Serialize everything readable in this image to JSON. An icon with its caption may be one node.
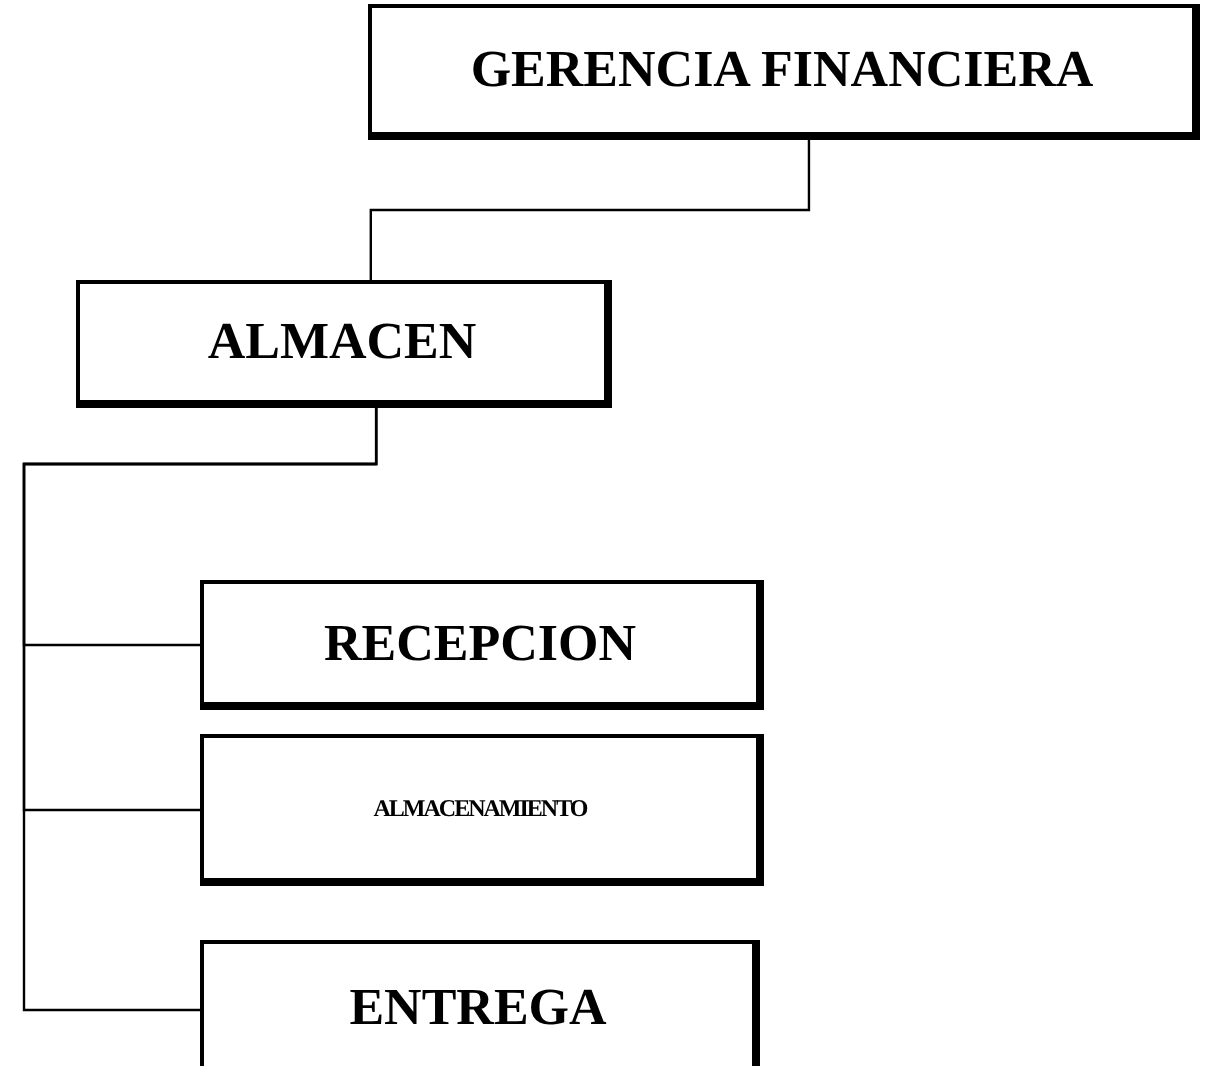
{
  "diagram": {
    "nodes": [
      {
        "text": [
          "GERENCIA FINANCIERA"
        ]
      },
      {
        "text": [
          "ALMACEN"
        ]
      },
      {
        "text": [
          "RECEPCION"
        ]
      },
      {
        "text": [
          "ALMACENAMIENTO"
        ]
      },
      {
        "text": [
          "ENTREGA"
        ]
      }
    ],
    "edges": [
      {
        "from": 0,
        "to": 1,
        "arrow": "none"
      },
      {
        "from": 1,
        "to": 2,
        "arrow": "none"
      },
      {
        "from": 1,
        "to": 3,
        "arrow": "none"
      },
      {
        "from": 1,
        "to": 4,
        "arrow": "none"
      }
    ]
  }
}
